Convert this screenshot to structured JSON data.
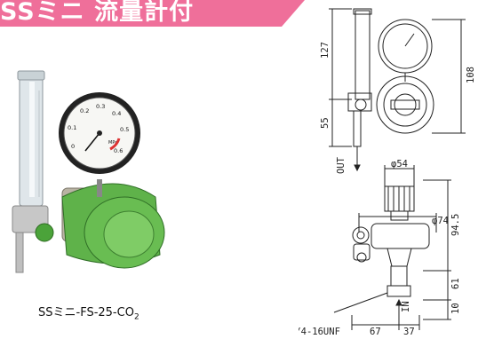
{
  "banner": {
    "title": "SSミニ 流量計付",
    "color": "#ef6f9a"
  },
  "product": {
    "caption_main": "SSミニ-FS-25-CO",
    "caption_sub": "2",
    "gauge_ticks": [
      "0",
      "0.1",
      "0.2",
      "0.3",
      "0.4",
      "0.5",
      "0.6"
    ],
    "gauge_unit": "MPa"
  },
  "drawing": {
    "dims": {
      "d127": "127",
      "d55": "55",
      "d108": "108",
      "d54": "φ54",
      "d74": "φ74",
      "d945": "94.5",
      "d61": "61",
      "d10": "10",
      "d67": "67",
      "d37": "37"
    },
    "labels": {
      "out": "OUT",
      "in": "IN",
      "thread": "3/4-16UNF"
    }
  }
}
